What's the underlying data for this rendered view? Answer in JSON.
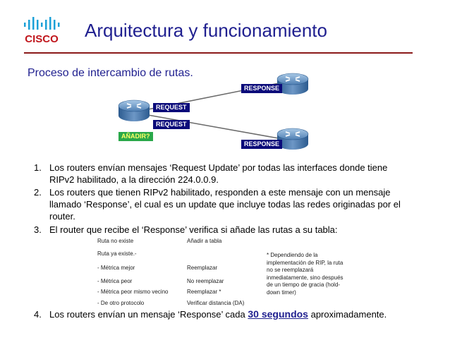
{
  "brand": "CISCO",
  "title": "Arquitectura y funcionamiento",
  "subtitle": "Proceso de intercambio de rutas.",
  "diagram": {
    "messages": {
      "request": "REQUEST",
      "response": "RESPONSE",
      "add": "AÑADIR?"
    }
  },
  "steps": [
    {
      "num": "1.",
      "lines": [
        "Los routers envían mensajes ‘Request Update’ por todas las interfaces donde tiene",
        "RIPv2 habilitado, a la dirección 224.0.0.9."
      ]
    },
    {
      "num": "2.",
      "lines": [
        "Los routers que tienen RIPv2 habilitado, responden a este mensaje con un mensaje",
        "llamado ‘Response’, el cual es un update que incluye todas las redes originadas por el",
        "router."
      ]
    },
    {
      "num": "3.",
      "lines": [
        "El router que recibe el ‘Response’ verifica si añade las rutas a su tabla:"
      ]
    }
  ],
  "table": {
    "rows": [
      [
        "Ruta no existe",
        "Añadir a tabla"
      ],
      [
        "Ruta ya existe.-",
        ""
      ],
      [
        "- Métrica mejor",
        "Reemplazar"
      ],
      [
        "- Métrica peor",
        "No reemplazar"
      ],
      [
        "- Métrica peor mismo vecino",
        "Reemplazar *"
      ],
      [
        "- De otro protocolo",
        "Verificar distancia (DA)"
      ]
    ],
    "note": "* Dependiendo de la implementación de RIP, la ruta no se reemplazará inmediatamente, sino después de un tiempo de gracia (hold-down timer)"
  },
  "step4": {
    "num": "4.",
    "before": "Los routers envían un mensaje ‘Response’ cada",
    "highlight": "30 segundos",
    "after": "aproximadamente."
  }
}
